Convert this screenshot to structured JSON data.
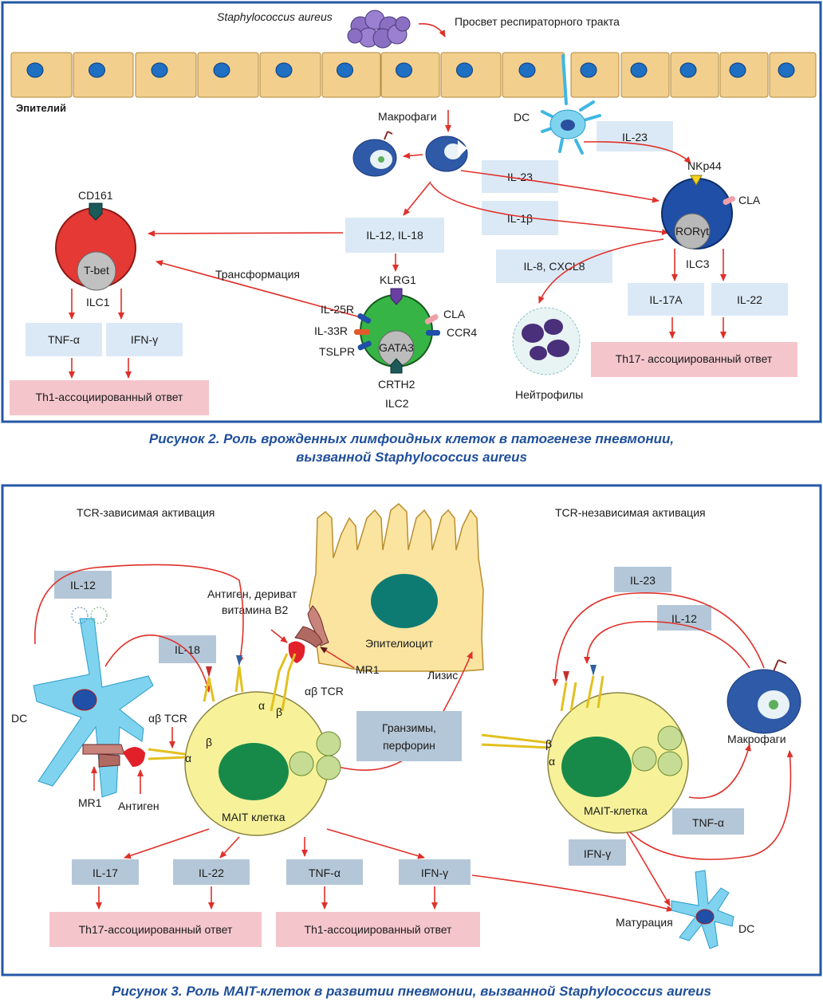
{
  "figure2": {
    "bacterium_label": "Staphylococcus aureus",
    "lumen_label": "Просвет респираторного тракта",
    "epithelium_label": "Эпителий",
    "macrophages_label": "Макрофаги",
    "dc_label": "DC",
    "il23_box1": "IL-23",
    "il23_box2": "IL-23",
    "il1b_box": "IL-1β",
    "il12_18_box": "IL-12, IL-18",
    "il8_box": "IL-8, CXCL8",
    "nkp44": "NKp44",
    "cla_ilc3": "CLA",
    "rorgt": "RORγt",
    "ilc3": "ILC3",
    "il17a_box": "IL-17A",
    "il22_box": "IL-22",
    "th17_resp": "Th17- ассоциированный ответ",
    "cd161": "CD161",
    "tbet": "T-bet",
    "ilc1": "ILC1",
    "tnfa_box": "TNF-α",
    "ifng_box": "IFN-γ",
    "th1_resp": "Th1-ассоциированный ответ",
    "transformation": "Трансформация",
    "klrg1": "KLRG1",
    "il25r": "IL-25R",
    "il33r": "IL-33R",
    "tslpr": "TSLPR",
    "cla_ilc2": "CLA",
    "ccr4": "CCR4",
    "gata3": "GATA3",
    "crth2": "CRTH2",
    "ilc2": "ILC2",
    "neutrophils": "Нейтрофилы",
    "caption_line1": "Рисунок 2. Роль врожденных лимфоидных клеток в патогенезе пневмонии,",
    "caption_line2": "вызванной Staphylococcus aureus"
  },
  "figure3": {
    "tcr_dep": "TCR-зависимая активация",
    "tcr_indep": "TCR-независимая активация",
    "il12_box": "IL-12",
    "il18_box": "IL-18",
    "dc_label": "DC",
    "mr1_left": "MR1",
    "antigen": "Антиген",
    "ab_tcr_left": "αβ TCR",
    "antigen_b2_line1": "Антиген, дериват",
    "antigen_b2_line2": "витамина B2",
    "mr1_center": "MR1",
    "ab_tcr_center": "αβ TCR",
    "epithelial_cell": "Эпителиоцит",
    "lysis": "Лизис",
    "granzymes_line1": "Гранзимы,",
    "granzymes_line2": "перфорин",
    "mait_left": "MAIT клетка",
    "il17_box": "IL-17",
    "il22_box": "IL-22",
    "tnfa_box": "TNF-α",
    "ifng_box": "IFN-γ",
    "th17_resp": "Th17-ассоциированный ответ",
    "th1_resp": "Th1-ассоциированный ответ",
    "il23_box_r": "IL-23",
    "il12_box_r": "IL-12",
    "macrophages": "Макрофаги",
    "mait_right": "MAIT-клетка",
    "tnfa_box_r": "TNF-α",
    "ifng_box_r": "IFN-γ",
    "maturation": "Матурация",
    "dc_right": "DC",
    "caption": "Рисунок 3. Роль MAIT-клеток в развитии пневмонии, вызванной Staphylococcus aureus"
  },
  "colors": {
    "frame": "#2457a6",
    "arrow": "#e0302a",
    "box_light": "#dbe9f6",
    "box_mid": "#b4c7d8",
    "pink": "#f4c6cc",
    "cell_yellow": "#f7f29a",
    "epithelium": "#f3cf8e",
    "nucleus_teal": "#0e7b73",
    "dc_blue": "#7fd3ef"
  }
}
